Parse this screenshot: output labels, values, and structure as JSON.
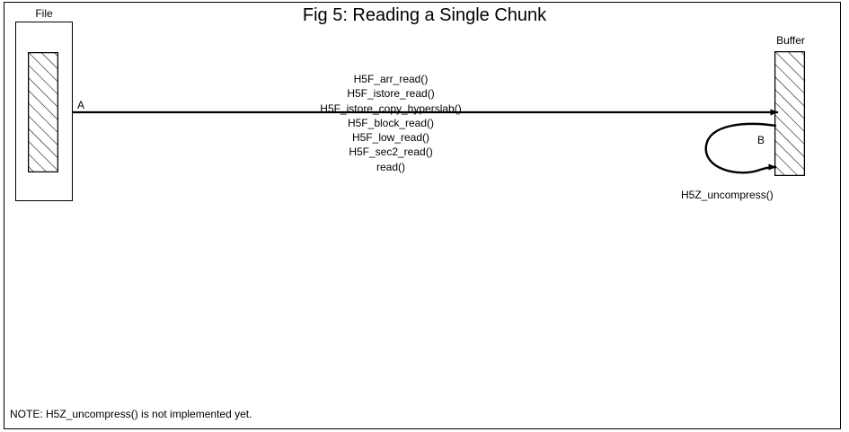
{
  "figure": {
    "title": "Fig 5:  Reading a Single Chunk",
    "note": "NOTE: H5Z_uncompress() is not implemented yet."
  },
  "file_box": {
    "label": "File",
    "chunk_name": "file-chunk-hatched"
  },
  "buffer_box": {
    "label": "Buffer",
    "rect_name": "buffer-hatched"
  },
  "transfer_arrow": {
    "marker": "A",
    "calls": [
      "H5F_arr_read()",
      "H5F_istore_read()",
      "H5F_istore_copy_hyperslab()",
      "H5F_block_read()",
      "H5F_low_read()",
      "H5F_sec2_read()",
      "read()"
    ]
  },
  "loop_arrow": {
    "marker": "B",
    "label": "H5Z_uncompress()"
  },
  "colors": {
    "stroke": "#000000",
    "background": "#ffffff"
  }
}
